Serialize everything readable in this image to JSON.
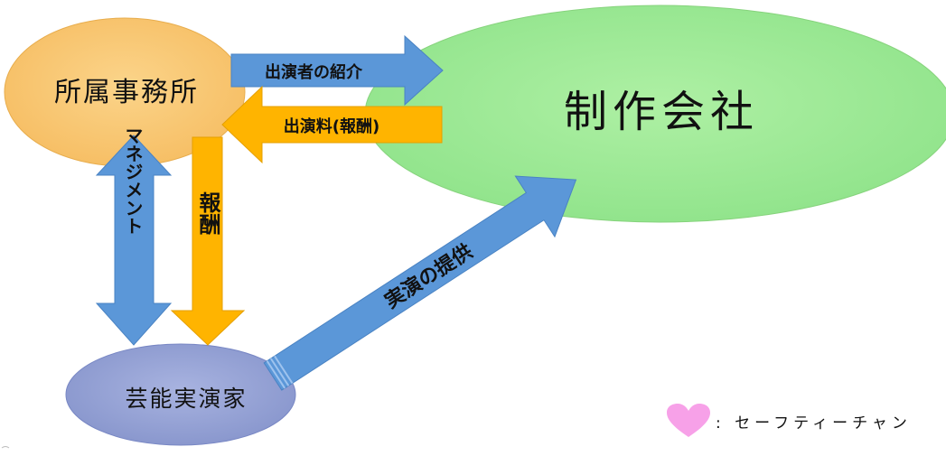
{
  "nodes": {
    "agency": "所属事務所",
    "production": "制作会社",
    "performer": "芸能実演家"
  },
  "arrows": {
    "introduce": "出演者の紹介",
    "fee": "出演料(報酬)",
    "management": "マネジメント",
    "remuneration": "報酬",
    "performance": "実演の提供"
  },
  "legend": {
    "text": ": セーフティーチャン",
    "heart_color": "#f7a1e8"
  },
  "colors": {
    "agency": "#f8c56f",
    "production": "#a4ec9b",
    "performer": "#9aa7d9",
    "blue_arrow": "#5b97d8",
    "orange_arrow": "#ffb400"
  }
}
